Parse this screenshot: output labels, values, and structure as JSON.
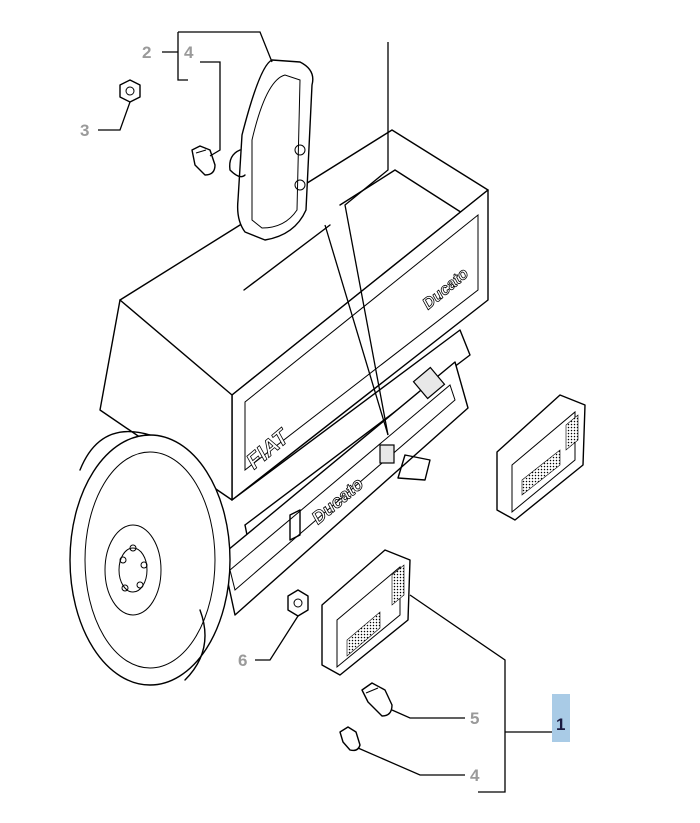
{
  "callouts": {
    "c1": "1",
    "c2": "2",
    "c3": "3",
    "c4_top": "4",
    "c4_bottom": "4",
    "c5": "5",
    "c6": "6"
  },
  "branding": {
    "fiat": "FIAT",
    "ducato_side": "Ducato",
    "ducato_rear": "Ducato"
  },
  "colors": {
    "highlight_box": "#a9cbe6",
    "callout_text": "#9a9a9a",
    "callout_main_text": "#1a1a40"
  }
}
